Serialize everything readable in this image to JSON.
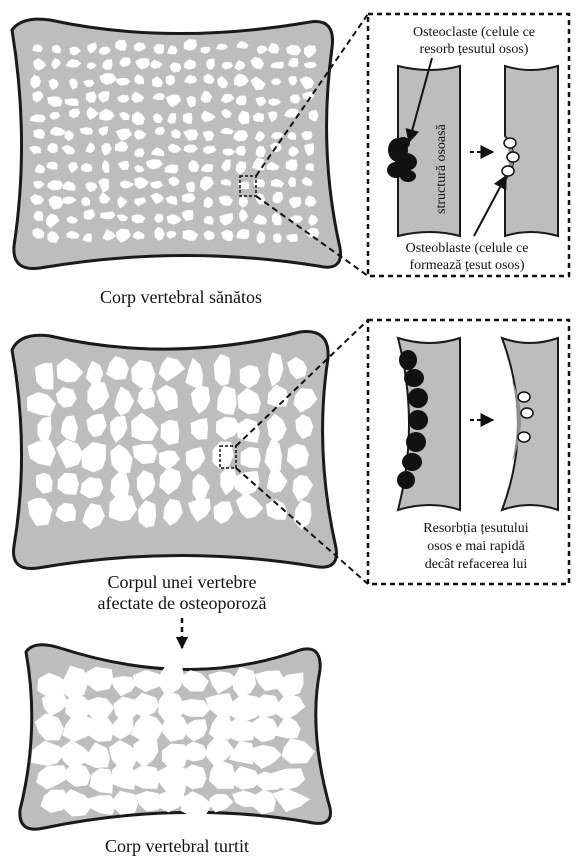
{
  "colors": {
    "bone": "#bdbdbd",
    "pore": "#ffffff",
    "outline": "#1a1a1a",
    "osteoclast": "#111111",
    "new_bone": "#8f8f8f"
  },
  "labels": {
    "healthy_vertebra": "Corp vertebral sănătos",
    "osteoporotic_vertebra_line1": "Corpul unei vertebre",
    "osteoporotic_vertebra_line2": "afectate de osteoporoză",
    "flattened_vertebra": "Corp vertebral turtit",
    "osteoclasts_line1": "Osteoclaste (celule ce",
    "osteoclasts_line2": "resorb țesutul osos)",
    "bone_structure": "structură osoasă",
    "osteoblasts_line1": "Osteoblaste (celule ce",
    "osteoblasts_line2": "formează țesut osos)",
    "resorption_line1": "Resorbția țesutului",
    "resorption_line2": "osos e mai rapidă",
    "resorption_line3": "decât refacerea lui"
  }
}
